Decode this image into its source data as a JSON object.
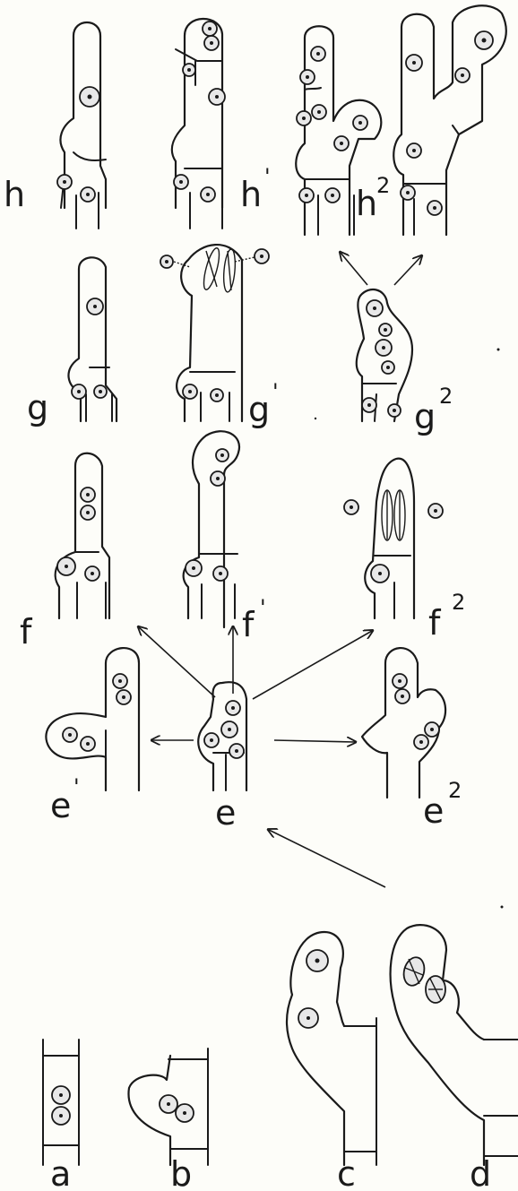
{
  "figure": {
    "labels": {
      "a": "a",
      "b": "b",
      "c": "c",
      "d": "d",
      "e": "e",
      "e1": "e",
      "e1_sup": "'",
      "e2": "e",
      "e2_sup": "2",
      "f": "f",
      "f1": "f",
      "f1_sup": "'",
      "f2": "f",
      "f2_sup": "2",
      "g": "g",
      "g1": "g",
      "g1_sup": "'",
      "g2": "g",
      "g2_sup": "2",
      "h": "h",
      "h1": "h",
      "h1_sup": "'",
      "h2": "h",
      "h2_sup": "2"
    }
  }
}
